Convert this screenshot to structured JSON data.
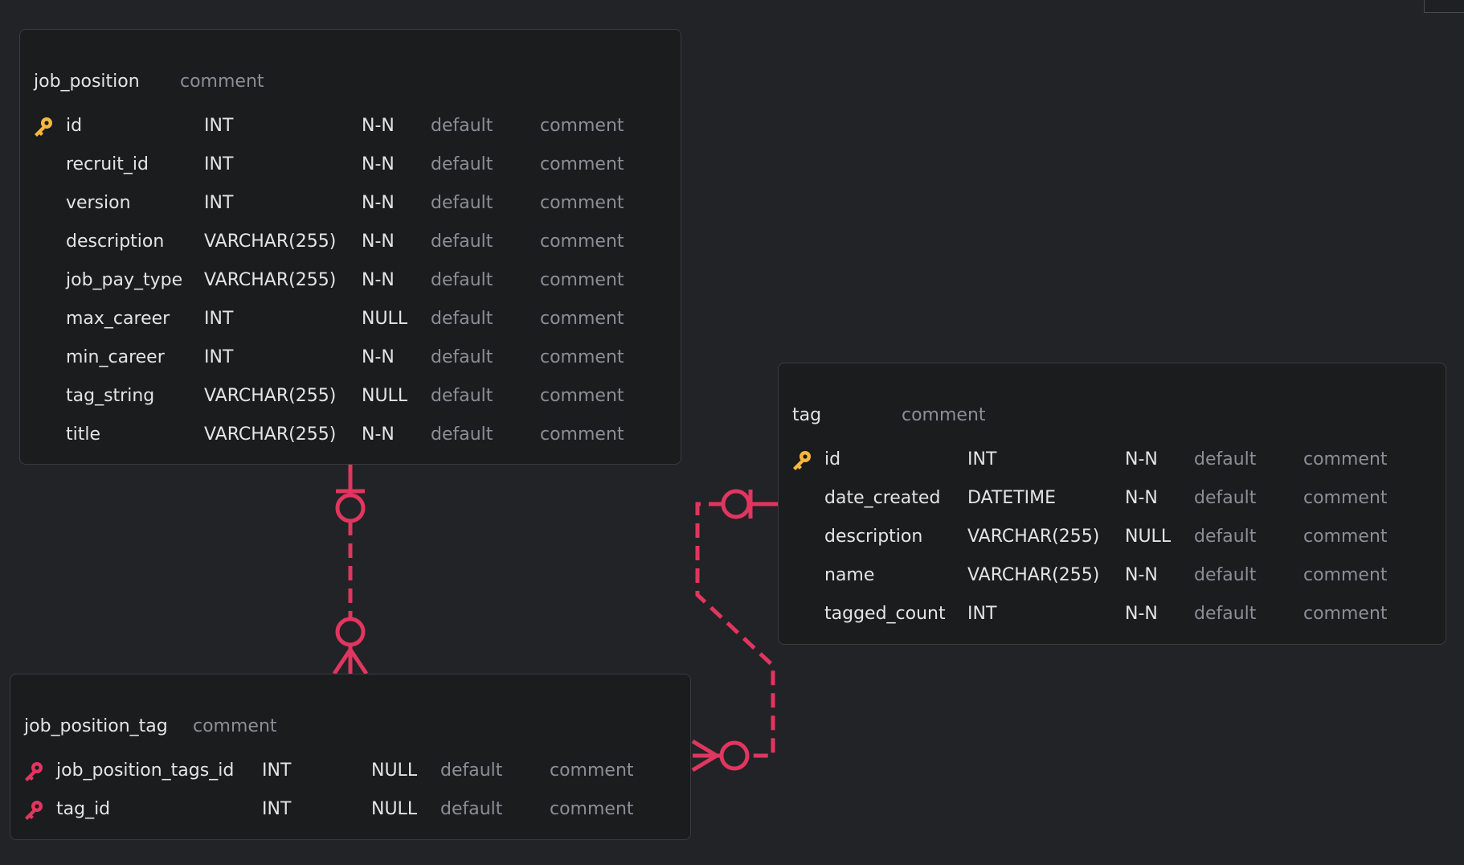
{
  "tables": {
    "job_position": {
      "name": "job_position",
      "comment": "comment",
      "columns": [
        {
          "name": "id",
          "type": "INT",
          "nullable": "N-N",
          "default": "default",
          "comment": "comment",
          "key": "primary"
        },
        {
          "name": "recruit_id",
          "type": "INT",
          "nullable": "N-N",
          "default": "default",
          "comment": "comment",
          "key": ""
        },
        {
          "name": "version",
          "type": "INT",
          "nullable": "N-N",
          "default": "default",
          "comment": "comment",
          "key": ""
        },
        {
          "name": "description",
          "type": "VARCHAR(255)",
          "nullable": "N-N",
          "default": "default",
          "comment": "comment",
          "key": ""
        },
        {
          "name": "job_pay_type",
          "type": "VARCHAR(255)",
          "nullable": "N-N",
          "default": "default",
          "comment": "comment",
          "key": ""
        },
        {
          "name": "max_career",
          "type": "INT",
          "nullable": "NULL",
          "default": "default",
          "comment": "comment",
          "key": ""
        },
        {
          "name": "min_career",
          "type": "INT",
          "nullable": "N-N",
          "default": "default",
          "comment": "comment",
          "key": ""
        },
        {
          "name": "tag_string",
          "type": "VARCHAR(255)",
          "nullable": "NULL",
          "default": "default",
          "comment": "comment",
          "key": ""
        },
        {
          "name": "title",
          "type": "VARCHAR(255)",
          "nullable": "N-N",
          "default": "default",
          "comment": "comment",
          "key": ""
        }
      ]
    },
    "tag": {
      "name": "tag",
      "comment": "comment",
      "columns": [
        {
          "name": "id",
          "type": "INT",
          "nullable": "N-N",
          "default": "default",
          "comment": "comment",
          "key": "primary"
        },
        {
          "name": "date_created",
          "type": "DATETIME",
          "nullable": "N-N",
          "default": "default",
          "comment": "comment",
          "key": ""
        },
        {
          "name": "description",
          "type": "VARCHAR(255)",
          "nullable": "NULL",
          "default": "default",
          "comment": "comment",
          "key": ""
        },
        {
          "name": "name",
          "type": "VARCHAR(255)",
          "nullable": "N-N",
          "default": "default",
          "comment": "comment",
          "key": ""
        },
        {
          "name": "tagged_count",
          "type": "INT",
          "nullable": "N-N",
          "default": "default",
          "comment": "comment",
          "key": ""
        }
      ]
    },
    "job_position_tag": {
      "name": "job_position_tag",
      "comment": "comment",
      "columns": [
        {
          "name": "job_position_tags_id",
          "type": "INT",
          "nullable": "NULL",
          "default": "default",
          "comment": "comment",
          "key": "foreign"
        },
        {
          "name": "tag_id",
          "type": "INT",
          "nullable": "NULL",
          "default": "default",
          "comment": "comment",
          "key": "foreign"
        }
      ]
    }
  },
  "colors": {
    "primary_key": "#f5b83d",
    "foreign_key": "#e0365f",
    "relation": "#e0365f"
  },
  "icons": {
    "primary_key": "key-icon",
    "foreign_key": "key-icon"
  }
}
